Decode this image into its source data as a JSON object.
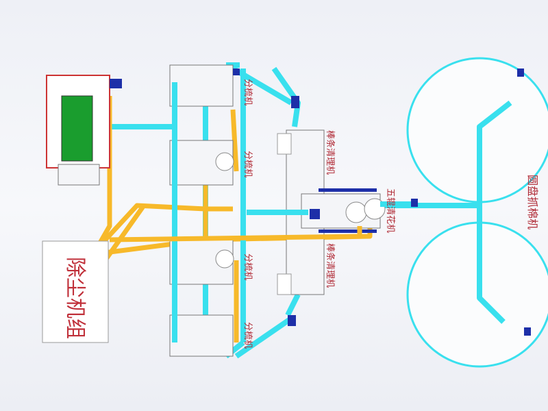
{
  "labels": {
    "dust_unit": "除尘机组",
    "carding_1": "分梳机",
    "carding_2": "分梳机",
    "carding_3": "分梳机",
    "carding_4": "分梳机",
    "bar_cleaner_top": "棒条清理机",
    "bar_cleaner_bottom": "棒条清理机",
    "five_roller": "五辊清花机",
    "disc_plucker": "圆盘抓棉机"
  },
  "colors": {
    "air_pipe": "#39e0ee",
    "dust_pipe": "#f7b92a",
    "fan": "#1d2fa8",
    "label": "#b02a35"
  }
}
